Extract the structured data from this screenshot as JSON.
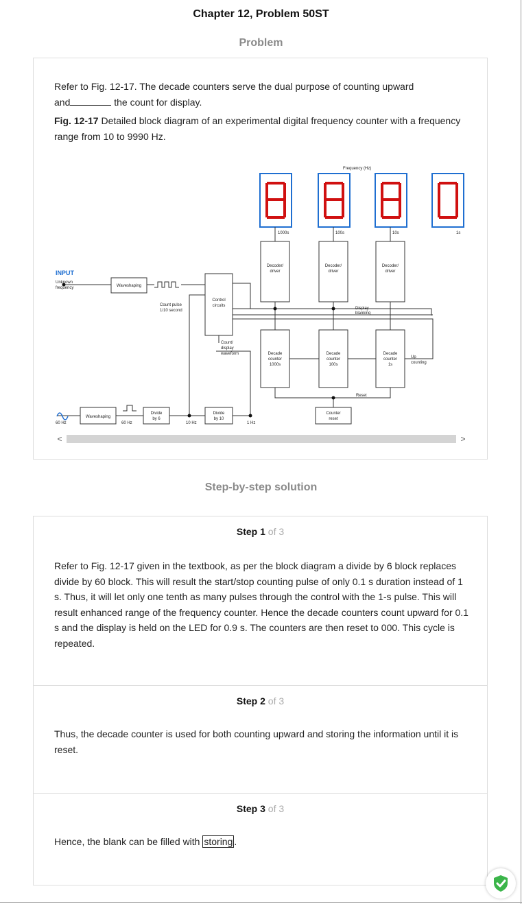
{
  "header": {
    "chapter_title": "Chapter 12, Problem 50ST",
    "problem_heading": "Problem"
  },
  "problem": {
    "text_part1": "Refer to Fig. 12-17. The decade counters serve the dual purpose of counting upward",
    "text_and": "and",
    "text_part2": " the count for display.",
    "fig_label": "Fig. 12-17",
    "fig_caption": " Detailed block diagram of an experimental digital frequency counter with a frequency range from 10 to 9990 Hz."
  },
  "diagram": {
    "input_label": "INPUT",
    "unknown_frequency": [
      "Unknown",
      "frequency"
    ],
    "waveshaping_top": "Waveshaping",
    "count_pulse": [
      "Count pulse",
      "1/10 second"
    ],
    "control_circuits": [
      "Control",
      "circuits"
    ],
    "count_display_waveform": [
      "Count/",
      "display",
      "waveform"
    ],
    "frequency_label": "Frequency (Hz)",
    "digit_labels": [
      "1000s",
      "100s",
      "10s",
      "1s"
    ],
    "decoder_driver": [
      "Decoder/",
      "driver"
    ],
    "display_blanking": [
      "Display",
      "blanking"
    ],
    "decade_counter": [
      "Decade",
      "counter"
    ],
    "counter_places": [
      "1000s",
      "100s",
      "1s"
    ],
    "up_counting": [
      "Up",
      "counting"
    ],
    "reset_label": "Reset",
    "counter_reset": [
      "Counter",
      "reset"
    ],
    "hz60_left": "60 Hz",
    "waveshaping_bottom": "Waveshaping",
    "hz60_mid": "60 Hz",
    "divide_by_6": [
      "Divide",
      "by 6"
    ],
    "hz10": "10 Hz",
    "divide_by_10": [
      "Divide",
      "by 10"
    ],
    "hz1": "1 Hz"
  },
  "scrollbar": {
    "left_arrow": "<",
    "right_arrow": ">"
  },
  "solution": {
    "heading": "Step-by-step solution",
    "step_word": "Step",
    "of_total": "of 3",
    "steps": [
      {
        "number": "1",
        "text": "Refer to Fig. 12-17 given in the textbook, as per the block diagram a divide by 6 block replaces divide by 60 block. This will result the start/stop counting pulse of only 0.1 s duration instead of 1 s. Thus, it will let only one tenth as many pulses through the control with the 1-s pulse. This will result enhanced range of the frequency counter. Hence the decade counters count upward for 0.1 s and the display is held on the LED for 0.9 s. The counters are then reset to 000. This cycle is repeated."
      },
      {
        "number": "2",
        "text": "Thus, the decade counter is used for both counting upward and storing the information until it is reset."
      },
      {
        "number": "3",
        "text_before": "Hence, the blank can be filled with ",
        "answer": "storing",
        "text_after": "."
      }
    ]
  },
  "colors": {
    "display_border": "#1f6fd1",
    "segment": "#d01010",
    "muted_heading": "#8a8a8a",
    "shield": "#3bb54a"
  }
}
